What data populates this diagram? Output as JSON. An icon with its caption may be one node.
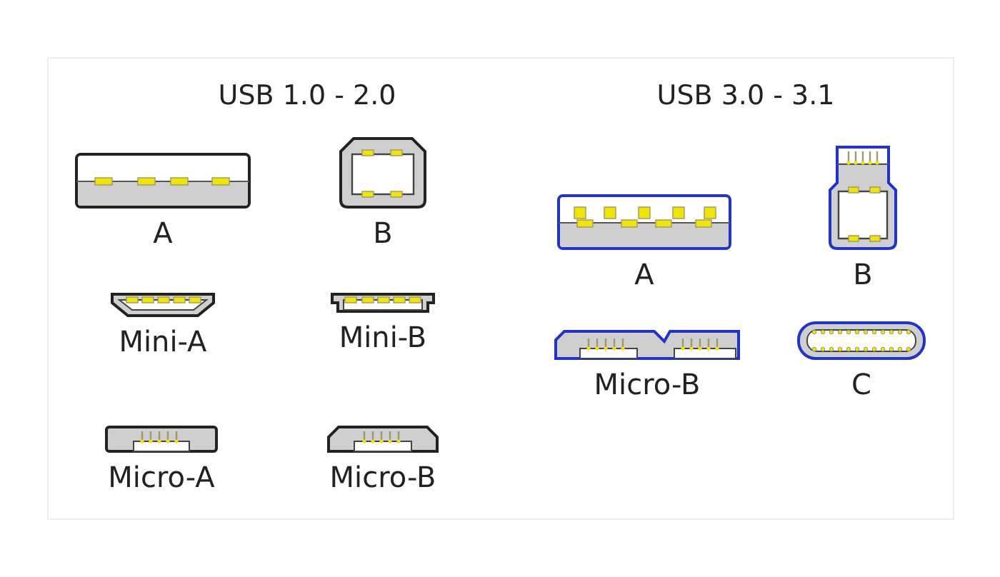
{
  "diagram": {
    "nodes": [
      {
        "text": [
          "A"
        ]
      },
      {
        "text": [
          "B"
        ]
      },
      {
        "text": [
          "Mini-A"
        ]
      },
      {
        "text": [
          "Mini-B"
        ]
      },
      {
        "text": [
          "Micro-A"
        ]
      },
      {
        "text": [
          "Micro-B"
        ]
      },
      {
        "text": [
          "A"
        ]
      },
      {
        "text": [
          "B"
        ]
      },
      {
        "text": [
          "Micro-B"
        ]
      },
      {
        "text": [
          "C"
        ]
      }
    ],
    "labels": [
      "USB 1.0 - 2.0",
      "USB 3.0 - 3.1"
    ]
  }
}
